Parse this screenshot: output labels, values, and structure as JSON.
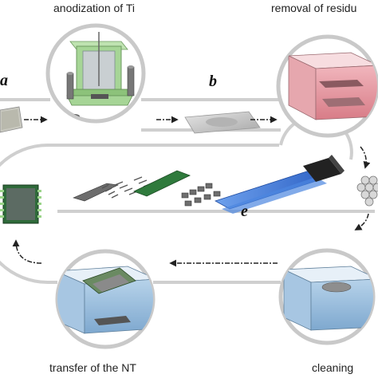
{
  "labels": {
    "anodization": "anodization of Ti",
    "removal": "removal of residu",
    "transfer": "transfer of the NT",
    "cleaning": "cleaning"
  },
  "letters": {
    "a": "a",
    "b": "b",
    "e": "e"
  },
  "colors": {
    "track": "#cfcfcf",
    "arrow": "#222222",
    "etch_bath": "#e08a94",
    "clean_water": "#8fb6d8",
    "anodization_cell": "#a6d596",
    "nt_film": "#2f6a3a",
    "flex_blue": "#3a74d6"
  }
}
